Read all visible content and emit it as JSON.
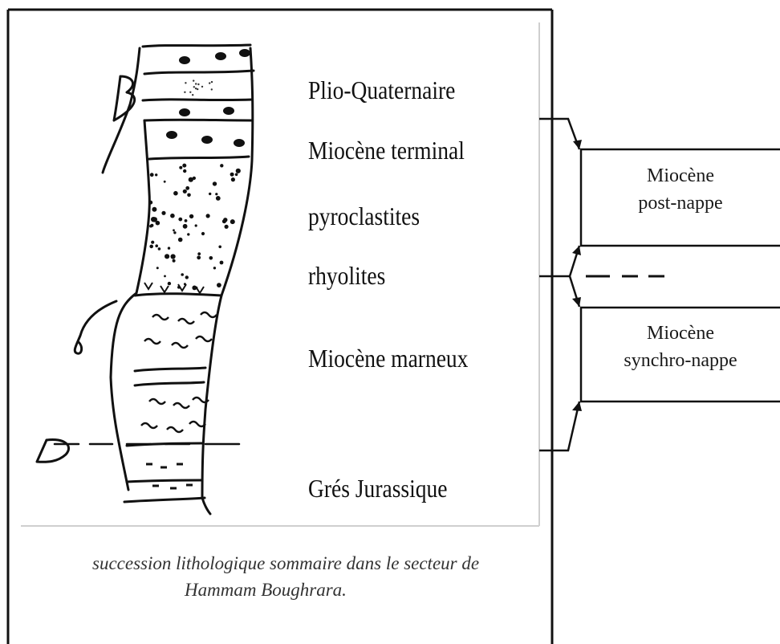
{
  "column": {
    "units": [
      "Plio-Quaternaire",
      "Miocène terminal",
      "pyroclastites",
      "rhyolites",
      "Miocène marneux",
      "Grés Jurassique"
    ],
    "handwritten_marks": [
      "B",
      "D"
    ]
  },
  "periods": [
    {
      "line1": "Miocène",
      "line2": "post-nappe"
    },
    {
      "line1": "Miocène",
      "line2": "synchro-nappe"
    }
  ],
  "caption": {
    "line1": "succession lithologique sommaire dans le secteur de",
    "line2": "Hammam Boughrara."
  }
}
